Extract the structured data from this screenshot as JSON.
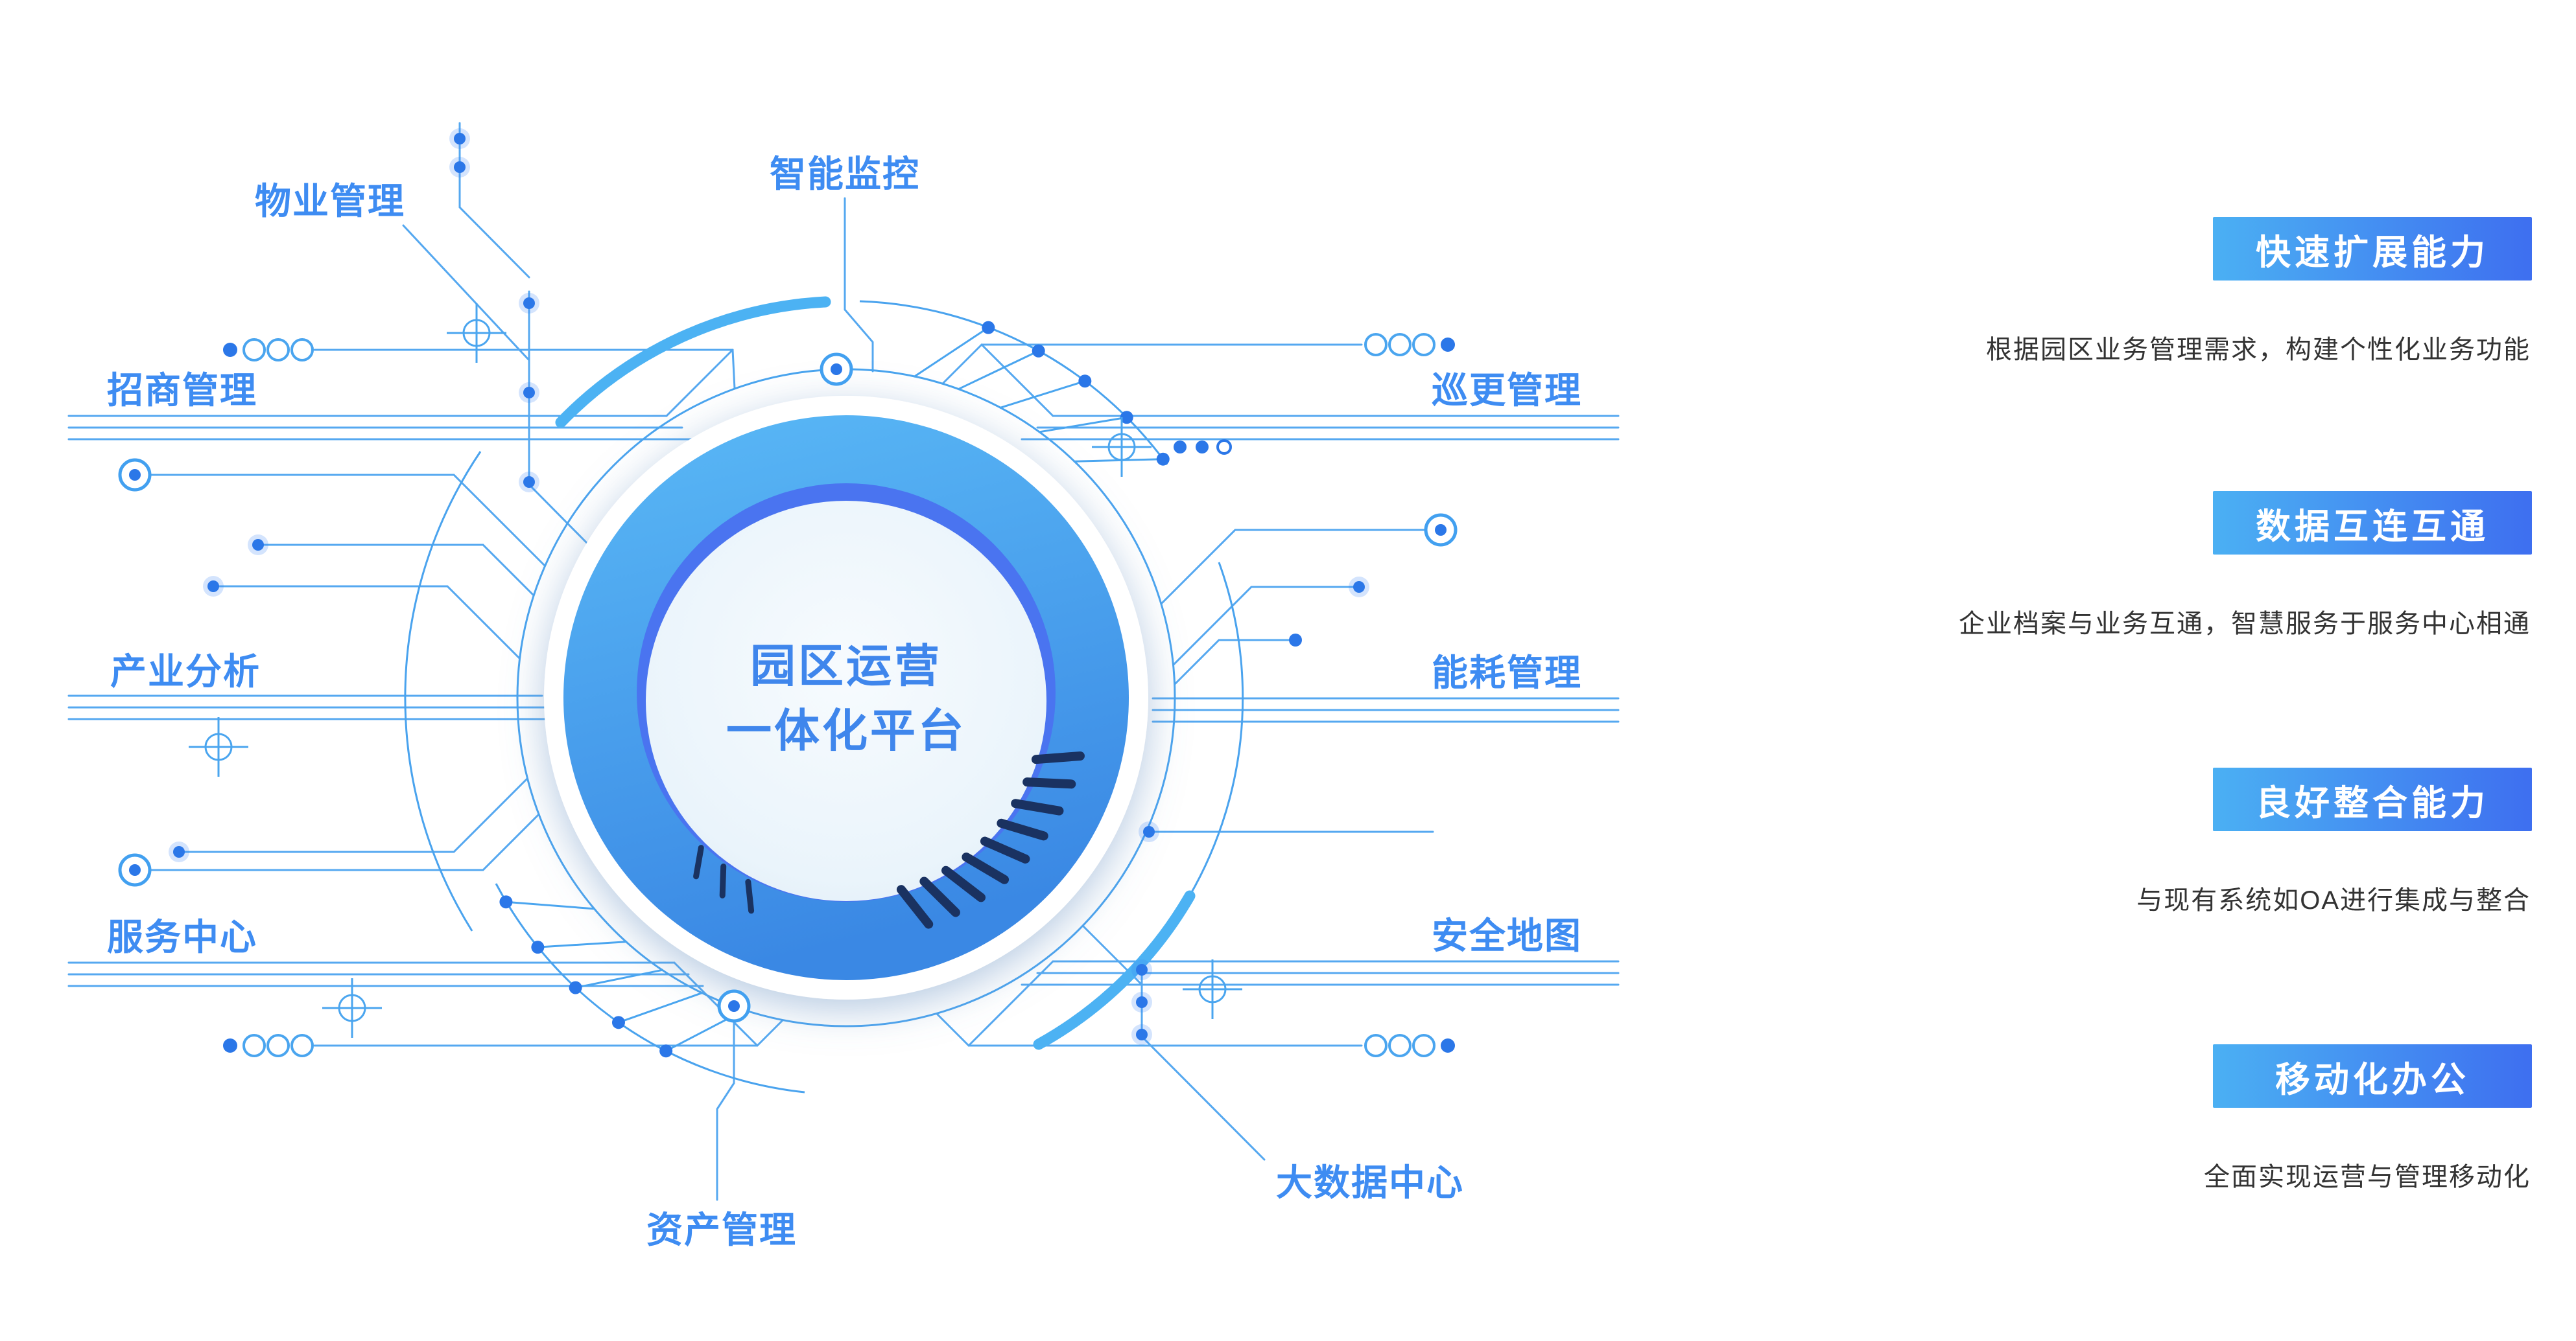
{
  "diagram": {
    "center_title": [
      "园区运营",
      "一体化平台"
    ],
    "modules": {
      "wuye": "物业管理",
      "zhineng": "智能监控",
      "zhaoshang": "招商管理",
      "xungeng": "巡更管理",
      "chanye": "产业分析",
      "nenghao": "能耗管理",
      "fuwu": "服务中心",
      "anquan": "安全地图",
      "zichan": "资产管理",
      "dashuju": "大数据中心"
    }
  },
  "features": [
    {
      "title": "快速扩展能力",
      "description": "根据园区业务管理需求，构建个性化业务功能"
    },
    {
      "title": "数据互连互通",
      "description": "企业档案与业务互通，智慧服务于服务中心相通"
    },
    {
      "title": "良好整合能力",
      "description": "与现有系统如OA进行集成与整合"
    },
    {
      "title": "移动化办公",
      "description": "全面实现运营与管理移动化"
    }
  ],
  "colors": {
    "accent": "#3e8cf2",
    "title": "#3f86ec",
    "line": "#55a8f0",
    "dot": "#2b77e8",
    "tick": "#1a3261",
    "badge_gradient_start": "#4bb0f3",
    "badge_gradient_end": "#3e6ff0",
    "ring_gradient_start": "#5ab9f6",
    "ring_gradient_end": "#3a88e4",
    "description_text": "#333333"
  }
}
